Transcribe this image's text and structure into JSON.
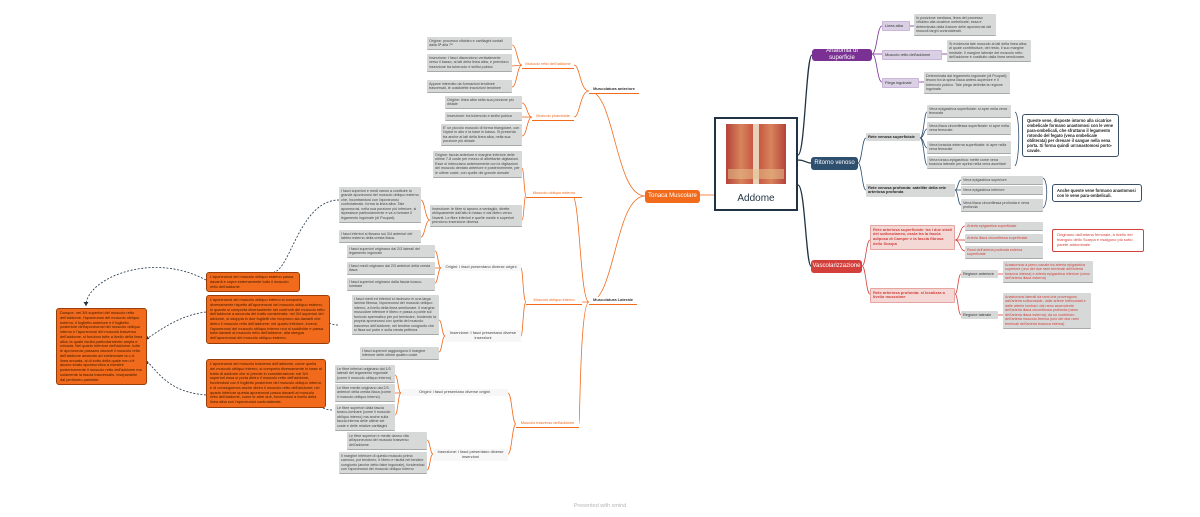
{
  "center": {
    "title": "Addome"
  },
  "footer": "Presented with xmind",
  "branches": {
    "anatomia_superficie": {
      "label": "Anatomia di superficie",
      "color": "#7b3194",
      "linea_alba": {
        "label": "Linea alba",
        "text": "In posizione mediana, linea del processo xifoideo alla cicatrice ombelicale; essa è determinata dalla fusione delle aponeurosi dei muscoli larghi controlaterali."
      },
      "retto": {
        "label": "Muscolo retto dell'addome",
        "text": "Si evidenzia tale muscolo ai lati della linea alba; al quale contribuisce, del resto, il suo margine mediale. Il margine laterale del muscolo retto dell'addome è costituito dalla linea semilunare."
      },
      "piega": {
        "label": "Piega inguinale",
        "text": "Determinata dal legamento inguinale (di Poupart); tesoro tra la spina iliaca antero-superiore e il tubercolo pubico. Tale piega delimita la regione inguinale."
      }
    },
    "ritorno_venoso": {
      "label": "Ritorno venoso",
      "color": "#2f4f6f",
      "superficiale": {
        "label": "Rete venosa superficiale",
        "items": [
          "Vena epigastrica superficiale: si apre nella vena femorale",
          "Vena iliaca circonflessa superficiale: si apre nella vena femorale.",
          "Vena toracica esterna superficiale: si apre nella vena femorale",
          "Vena toraco-epigastrica: mette come vena toracica laterale per aprirsi nella vena ascellare"
        ],
        "note": "Queste vene, disposte intorno alla cicatrice ombelicale formano anastomosi con le vene para-ombelicali, che sfruttano il legamento rotondo del fegato (vena ombelicale obliterata) per drenare il sangue nella vena porta. Si forma quindi un'anastomosi porto-cavale."
      },
      "profonda": {
        "label": "Rete venosa profonda: satellite della rete arteriosa profonda",
        "items": [
          "Vena epigastrica superiore",
          "Vena epigastrica inferiore",
          "Vena iliaca circonflessa profonda e vena profonda"
        ],
        "note": "Anche queste vene formano anastomosi con le vene para-ombelicali."
      }
    },
    "vascolarizzazione": {
      "label": "Vascolarizzazione",
      "color": "#d3403c",
      "superficiale": {
        "label": "Rete arteriosa superficiale: tra i due strati del sottocutaneo, ossia tra la fascia adiposa di Camper e la fascia fibrosa dello Scarpa",
        "items": [
          "Arteria epigastrica superficiale",
          "Arteria iliaca circonflessa superficiale",
          "Rami dell'arteria pudenda esterna superficiale"
        ],
        "note": "Originano dall'arteria femorale, a livello del triangolo dello Scarpa e risalgono più sotto parete addominale"
      },
      "profonda": {
        "label": "Rete arteriosa profonda: si localizza a livello muscolare",
        "anteriore": {
          "label": "Regione anteriore",
          "text": "Anastomosi a pieno canale tra arteria epigastrica superiore (uno dei due rami terminali dell'arteria toracica interna) e arteria epigastrica inferiore (ramo dell'arteria iliaca esterna)"
        },
        "laterale": {
          "label": "Regione laterale",
          "text": "Anastomosi laterali da rami che provengono dall'arteria sottocostale, dalle arterie intercostali e dalle arterie lombari; dal ramo ascendente dell'arteria iliaca circonflessa profonda (ramo dell'arteria iliaca esterna); da un contributo dell'arteria muscolo-frenica (uno dei due rami terminali dell'arteria toracica interna)"
        }
      }
    },
    "tonaca": {
      "label": "Tonaca Muscolare",
      "color": "#f26a1b",
      "anteriore": {
        "label": "Muscolatura anteriore",
        "retto": {
          "label": "Muscolo retto dell'addome",
          "items": [
            "Origine: processo xifoideo e cartilagini costali dalla 5ª alla 7ª",
            "Inserzione: I fasci discendono verticalmente verso il basso, ai lati della linea alba, e prendono inserzione tra tubercolo e sinfisi pubica",
            "Appare interrotto da formazioni tendinee trasversali, le cosiddette inscrizioni tendinee"
          ]
        },
        "piramidale": {
          "label": "Muscolo piramidale",
          "items": [
            "Origine: linea alba nella sua porzione più distale",
            "Inserzione: tra tubercolo e sinfisi pubica",
            "E' un piccolo muscolo di forma triangolare, con l'apice in alto e la base in basso. Si presenta tra anche ai lati della linea alba, nella sua porzione più distale"
          ]
        }
      },
      "laterale": {
        "label": "Muscolatura Laterale",
        "obliquo_esterno": {
          "label": "Muscolo obliquo esterno",
          "origine": "Origine: faccia anteriore e margine inferiore delle ultime 7-8 coste per mezzo di altrettante digitazioni. Esse si intrecciano anteriormente con le digitazioni del muscolo dentato anteriore e posteriormente, per le ultime coste, con quelle del grande dorsale",
          "inserzione": "Inserzione: le fibre si aprono a ventaglio, dirette obliquamente dall'alto in basso e dal dietro verso l'avanti. Le fibre inferiori e quelle medie e superiori prendono inserzione diversa",
          "superiori": "I fasci superiori e medi vanno a costituire la grande aponeurosi del muscolo obliquo esterno che, incontrandosi con l'aponeurosi controlaterale, forma la linea alba. Tale aponeurosi, nella sua porzione più inferiore, si ispessisce particolarmente e va a formare il legamento inguinale (di Poupart).",
          "inferiori": "I fasci inferiori si fissano sui 3/4 anteriori del labbro esterno della cresta iliaca."
        },
        "obliquo_interno": {
          "label": "Muscolo obliquo interno",
          "origini_label": "Origini: i fasci presentano diverse origini",
          "origini": [
            "I fasci superiori originano dai 2/3 laterali del legamento inguinale",
            "I fasci medi originano dai 2/3 anteriori della cresta iliaca",
            "I fasci superiori originano dalla fascia toraco-lombare"
          ],
          "inserzione_label": "Inserzione: I fasci presentano diverse inserzioni",
          "inserzioni": [
            "I fasci medi ed inferiori si risolvono in una larga lamina fibrosa, l'aponeurosi del muscolo obliquo interno, a livello della linea semilunare. Il margine muscolare inferiore è libero e passa a ponte sul funicolo spermatico per poi terminare, fondendo la propria aponeurosi con quella del muscolo trasverso dell'addome, nel tendine congiunto che si fissa sul pube e sulla cresta pettinea.",
            "I fasci superiori raggiungono il margine inferiore delle ultime quattro coste"
          ]
        },
        "trasverso": {
          "label": "Muscolo trasverso dell'addome",
          "origini_label": "Origini: i fasci presentano diverse origini",
          "origini": [
            "Le fibre inferiori originano dai 1/3 laterali del legamento inguinale (come il muscolo obliquo interno)",
            "Le fibre medie originano dai 2/3 anteriori della cresta iliaca (come il muscolo obliquo interno)",
            "Le fibre superiori dalla fascia toraco-lombare (come il muscolo obliquo interno) ma anche sulla faccia interna delle ultime sei coste e delle relative cartilagini"
          ],
          "inserzione_label": "Inserzione: i fasci presentano diverse inserzioni",
          "inserzioni": [
            "Le fibre superiori e medie danno vita all'aponeurosi del muscolo trasverso dell'addome.",
            "Il margine inferiore di questo muscolo prima carnoso, poi tendineo, è libero e risulta nel tendine congiunto (anche detto falce inguinale), fondendosi con l'aponeurosi del muscolo obliquo interno"
          ]
        }
      },
      "notes": {
        "n1": "L'aponeurosi del muscolo obliquo esterno passa davanti e copre esternamente tutto il muscolo retto dell'addome",
        "n2": "L'aponeurosi del muscolo obliquo interno si comporta diversamente rispetto all'aponeurosi del muscolo obliquo esterno, in quanto si comporta diversamente nei confronti del muscolo retto dell'addome a seconda del tratto considerato: nei 3/4 superiori del addome, si sdoppia in due foglietti che ricoprono sia davanti che dietro il muscolo retto dell'addome; nel quarto inferiore, invece, l'aponeurosi del muscolo obliquo interno non si suddivide e passa tutta davanti al muscolo retto dell'addome, alla stregua dell'aponeurosi del muscolo obliquo esterno.",
        "n3": "Dunque, nei 3/4 superiori del muscolo retto dell'addome, l'aponeurosi del muscolo obliquo esterno, il foglietto anteriore e il foglietto posteriore dell'aponeurosi del muscolo obliquo interno e l'aponeurosi del muscolo trasverso dell'addome, si fondono tutte a livello della linea alba; la quale risulta particolarmente ampia e robusta. Nel quarto inferiore dell'addome, tutte le aponeurosi passano davanti il muscolo retto dell'addome andando ad evidenziare la c.d. linea arcuata, al di sotto della quale non c'è alcuno strato aponeurotico a rivestire posteriormente il muscolo retto dell'addome ma solamente la fascia trasversalis, inseparabile dal peritoneo parietale",
        "n4": "L'aponeurosi del muscolo trasverso dell'addome, come quella del muscolo obliquo interno, si comporta diversamente in base al tratto di addome che si prende in considerazione: nei 3/4 superiori essa si porta dietro il muscolo retto dell'addome, fondendosi con il foglietto posteriore del muscolo obliquo interno, e di conseguenza anche dietro il muscolo retto dell'addome; nel quarto inferiore questa aponeurosi passa davanti al muscolo retto dell'addome, come le altre due, fondendosi a livello della linea alba con l'aponeurosi controlaterale."
      }
    }
  }
}
